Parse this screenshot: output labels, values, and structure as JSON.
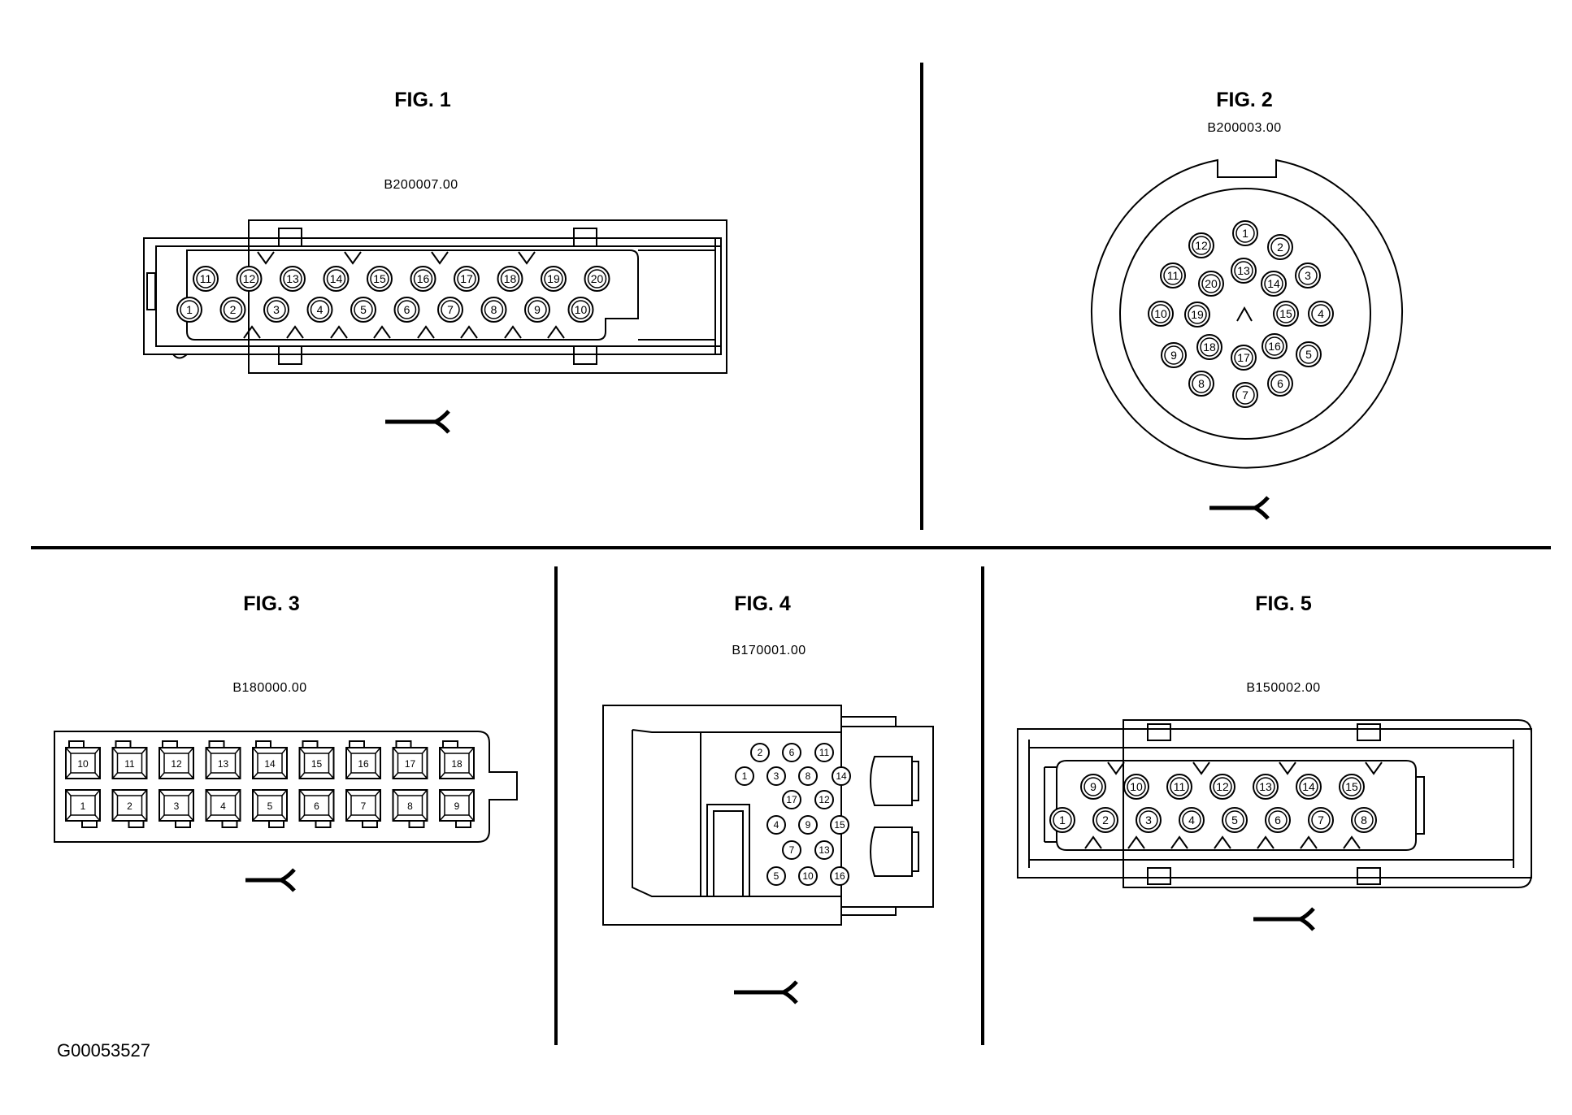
{
  "figures": {
    "fig1": {
      "title": "FIG. 1",
      "part": "B200007.00",
      "pins_top": [
        "11",
        "12",
        "13",
        "14",
        "15",
        "16",
        "17",
        "18",
        "19",
        "20"
      ],
      "pins_bottom": [
        "1",
        "2",
        "3",
        "4",
        "5",
        "6",
        "7",
        "8",
        "9",
        "10"
      ]
    },
    "fig2": {
      "title": "FIG. 2",
      "part": "B200003.00",
      "pins": [
        "1",
        "2",
        "3",
        "4",
        "5",
        "6",
        "7",
        "8",
        "9",
        "10",
        "11",
        "12",
        "13",
        "14",
        "15",
        "16",
        "17",
        "18",
        "19",
        "20"
      ]
    },
    "fig3": {
      "title": "FIG. 3",
      "part": "B180000.00",
      "pins_top": [
        "10",
        "11",
        "12",
        "13",
        "14",
        "15",
        "16",
        "17",
        "18"
      ],
      "pins_bottom": [
        "1",
        "2",
        "3",
        "4",
        "5",
        "6",
        "7",
        "8",
        "9"
      ]
    },
    "fig4": {
      "title": "FIG. 4",
      "part": "B170001.00",
      "pins": [
        "1",
        "2",
        "3",
        "4",
        "5",
        "6",
        "7",
        "8",
        "9",
        "10",
        "11",
        "12",
        "13",
        "14",
        "15",
        "16",
        "17"
      ]
    },
    "fig5": {
      "title": "FIG. 5",
      "part": "B150002.00",
      "pins_top": [
        "9",
        "10",
        "11",
        "12",
        "13",
        "14",
        "15"
      ],
      "pins_bottom": [
        "1",
        "2",
        "3",
        "4",
        "5",
        "6",
        "7",
        "8"
      ]
    }
  },
  "reference_code": "G00053527"
}
